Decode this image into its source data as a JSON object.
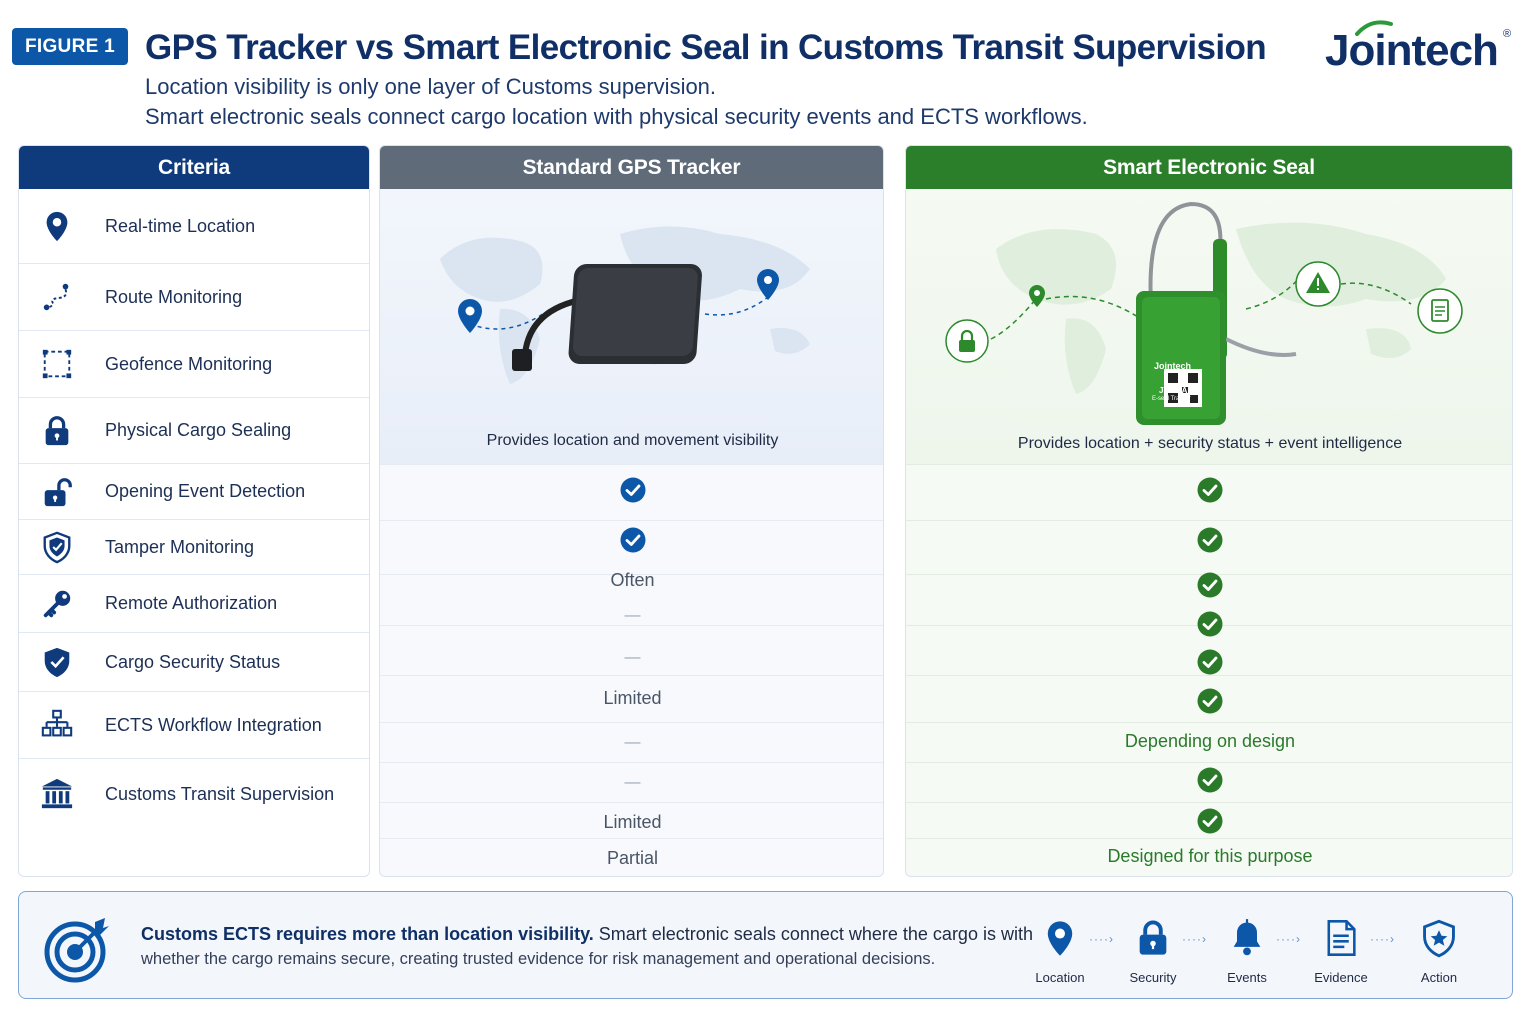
{
  "header": {
    "badge": "FIGURE 1",
    "title": "GPS Tracker vs Smart Electronic Seal in Customs Transit Supervision",
    "subtitle_1": "Location visibility is only one layer of Customs supervision.",
    "subtitle_2": "Smart electronic seals connect cargo location with physical security events and ECTS workflows.",
    "brand": "Jointech",
    "brand_mark": "®"
  },
  "columns": {
    "criteria": "Criteria",
    "gps": "Standard GPS Tracker",
    "seal": "Smart Electronic Seal"
  },
  "criteria": [
    {
      "label": "Real-time Location",
      "icon": "location-pin-icon"
    },
    {
      "label": "Route Monitoring",
      "icon": "route-icon"
    },
    {
      "label": "Geofence Monitoring",
      "icon": "geofence-icon"
    },
    {
      "label": "Physical Cargo Sealing",
      "icon": "lock-icon"
    },
    {
      "label": "Opening Event Detection",
      "icon": "unlock-icon"
    },
    {
      "label": "Tamper Monitoring",
      "icon": "shield-icon"
    },
    {
      "label": "Remote Authorization",
      "icon": "key-icon"
    },
    {
      "label": "Cargo Security Status",
      "icon": "shield-check-icon"
    },
    {
      "label": "ECTS Workflow Integration",
      "icon": "hierarchy-icon"
    },
    {
      "label": "Customs Transit Supervision",
      "icon": "bank-icon"
    }
  ],
  "illustrations": {
    "gps_caption": "Provides location and movement visibility",
    "seal_caption": "Provides location + security status + event intelligence",
    "device_brand": "Jointech",
    "device_model": "JT707A",
    "device_sub": "E-seal Tracker"
  },
  "gps_values": [
    {
      "kind": "check"
    },
    {
      "kind": "check"
    },
    {
      "kind": "text",
      "text": "Often"
    },
    {
      "kind": "dash",
      "text": "—"
    },
    {
      "kind": "dash",
      "text": "—"
    },
    {
      "kind": "text",
      "text": "Limited"
    },
    {
      "kind": "dash",
      "text": "—"
    },
    {
      "kind": "dash",
      "text": "—"
    },
    {
      "kind": "text",
      "text": "Limited"
    },
    {
      "kind": "text",
      "text": "Partial"
    }
  ],
  "seal_values": [
    {
      "kind": "check"
    },
    {
      "kind": "check"
    },
    {
      "kind": "check"
    },
    {
      "kind": "check"
    },
    {
      "kind": "check"
    },
    {
      "kind": "check"
    },
    {
      "kind": "text",
      "text": "Depending on design"
    },
    {
      "kind": "check"
    },
    {
      "kind": "check"
    },
    {
      "kind": "text",
      "text": "Designed for this purpose"
    }
  ],
  "footer": {
    "bold": "Customs ECTS requires more than location visibility.",
    "line1_rest": " Smart electronic seals connect where the cargo is with",
    "line2": "whether the cargo remains secure, creating trusted evidence for risk management and operational decisions.",
    "flow": [
      {
        "label": "Location",
        "icon": "location-pin-icon"
      },
      {
        "label": "Security",
        "icon": "lock-icon"
      },
      {
        "label": "Events",
        "icon": "bell-icon"
      },
      {
        "label": "Evidence",
        "icon": "document-icon"
      },
      {
        "label": "Action",
        "icon": "shield-star-icon"
      }
    ]
  },
  "colors": {
    "navy": "#0f3b7d",
    "blue": "#0d57a8",
    "gray_head": "#5f6b78",
    "green": "#2c7f2a",
    "check_blue": "#0d57a8",
    "check_green": "#2a7a2a"
  }
}
